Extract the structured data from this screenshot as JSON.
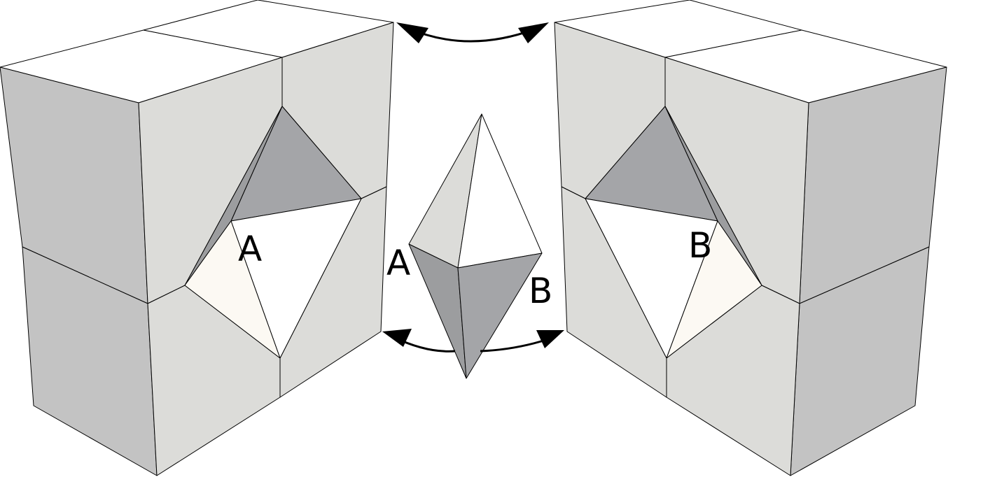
{
  "colors": {
    "top_face": "#ffffff",
    "front_face": "#dcdcd9",
    "side_face": "#c3c3c3",
    "facet_dark": "#a4a5a8",
    "facet_darker": "#9c9d9f",
    "facet_light": "#fcf9f3",
    "facet_white": "#ffffff",
    "line": "#000000"
  },
  "labels": {
    "left_block": "A",
    "center_left": "A",
    "center_right": "B",
    "right_block": "B"
  },
  "arrows": {
    "top": "double-headed-curved-arrow",
    "bottom": "double-headed-curved-arrow"
  }
}
